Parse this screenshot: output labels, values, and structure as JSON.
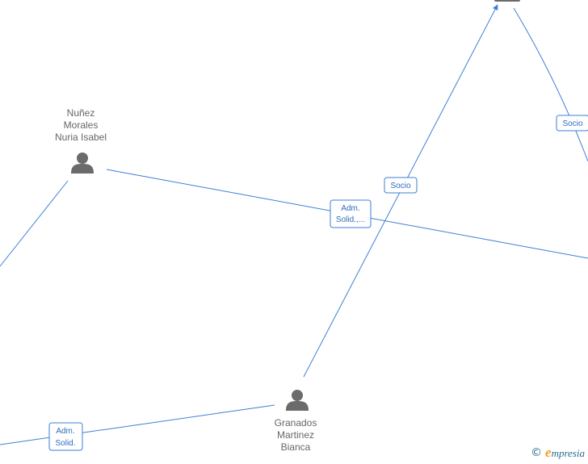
{
  "nodes": [
    {
      "id": "nunez",
      "name_lines": [
        "Nuñez",
        "Morales",
        "Nuria Isabel"
      ],
      "icon": "person-icon"
    },
    {
      "id": "granados",
      "name_lines": [
        "Granados",
        "Martinez",
        "Bianca"
      ],
      "icon": "person-icon"
    }
  ],
  "edges": [
    {
      "id": "e1",
      "label_lines": [
        "Adm.",
        "Solid.,..."
      ]
    },
    {
      "id": "e2",
      "label_lines": [
        "Socio"
      ]
    },
    {
      "id": "e3",
      "label_lines": [
        "Socio"
      ]
    },
    {
      "id": "e4",
      "label_lines": [
        "Adm.",
        "Solid."
      ]
    }
  ],
  "brand": {
    "copyright_symbol": "©",
    "initial": "e",
    "rest": "mpresia"
  },
  "colors": {
    "edge": "#3d7fd6",
    "label_text": "#2e6bbf",
    "node_text": "#666666",
    "icon": "#6b6b6b"
  }
}
